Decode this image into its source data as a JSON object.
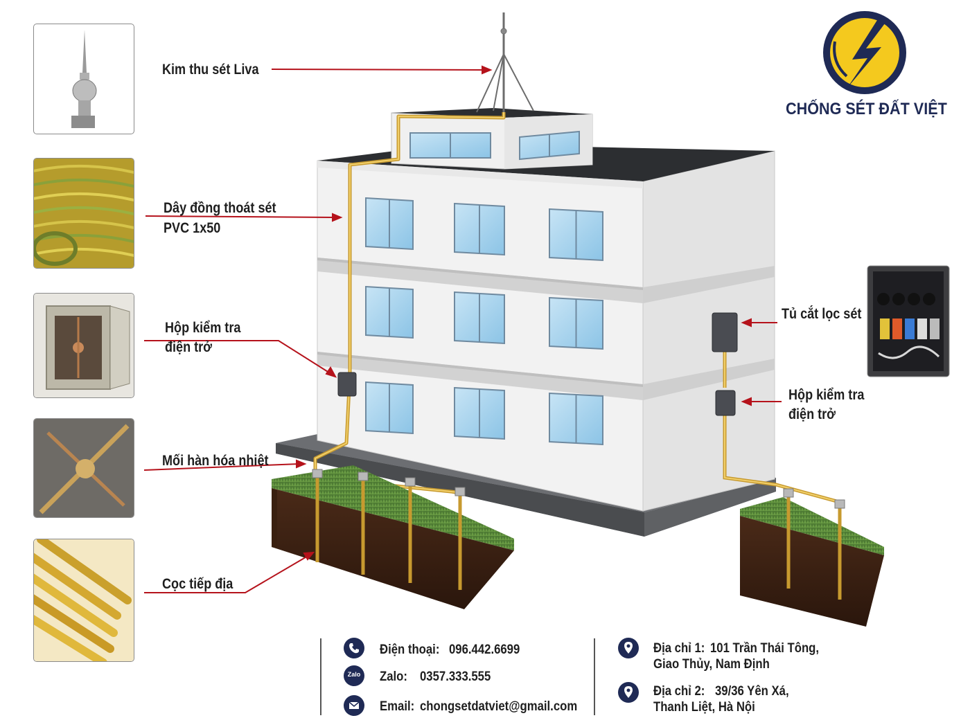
{
  "brand": {
    "name": "CHỐNG SÉT ĐẤT VIỆT",
    "colors": {
      "navy": "#1f2a55",
      "yellow": "#f4c91e",
      "arrow": "#b5121b",
      "copper": "#d9b14a"
    }
  },
  "labels": {
    "kim_thu_set": "Kim thu sét Liva",
    "day_dong_line1": "Dây đồng thoát sét",
    "day_dong_line2": "PVC 1x50",
    "hop_kiem_tra_left_line1": "Hộp kiểm tra",
    "hop_kiem_tra_left_line2": "điện trở",
    "moi_han": "Mối hàn hóa nhiệt",
    "coc_tiep_dia": "Cọc tiếp địa",
    "tu_cat_loc": "Tủ cắt lọc sét",
    "hop_kiem_tra_right_line1": "Hộp kiểm tra",
    "hop_kiem_tra_right_line2": "điện trở"
  },
  "thumbnails": [
    {
      "name": "lightning-rod",
      "icon": "lightning-rod-icon"
    },
    {
      "name": "copper-cable-coil",
      "icon": "cable-coil-icon"
    },
    {
      "name": "test-box",
      "icon": "test-box-icon"
    },
    {
      "name": "exothermic-weld",
      "icon": "weld-icon"
    },
    {
      "name": "ground-rods",
      "icon": "ground-rod-icon"
    }
  ],
  "contact": {
    "phone_label": "Điện thoại:",
    "phone_value": "096.442.6699",
    "zalo_label": "Zalo:",
    "zalo_value": "0357.333.555",
    "zalo_icon_text": "Zalo",
    "email_label": "Email:",
    "email_value": "chongsetdatviet@gmail.com",
    "address1_label": "Địa chỉ 1:",
    "address1_line1": "101 Trần Thái Tông,",
    "address1_line2": "Giao Thủy, Nam Định",
    "address2_label": "Địa chỉ 2:",
    "address2_line1": "39/36 Yên Xá,",
    "address2_line2": "Thanh Liệt, Hà Nội"
  }
}
